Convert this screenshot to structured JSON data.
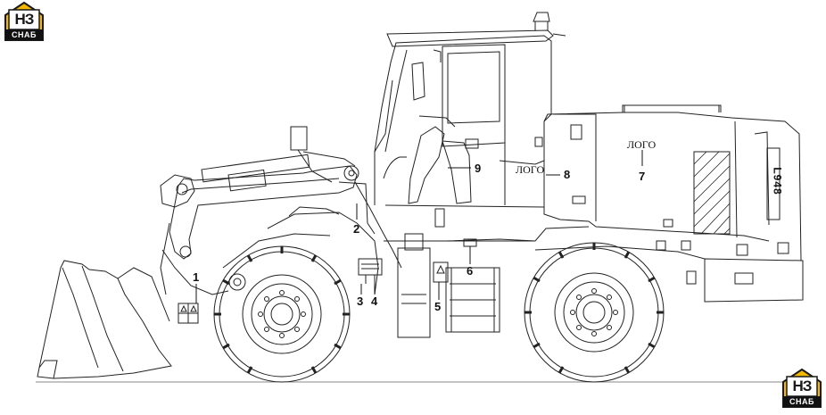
{
  "badges": {
    "brand_text": "НЗ",
    "maker_text": "СНАБ",
    "accent_color": "#f5b800"
  },
  "callouts": {
    "c1": "1",
    "c2": "2",
    "c3": "3",
    "c4": "4",
    "c5": "5",
    "c6": "6",
    "c7": "7",
    "c8": "8",
    "c9": "9",
    "logo_cab": "ЛОГО",
    "logo_hood": "ЛОГО"
  },
  "machine": {
    "model_plate": "L948"
  }
}
